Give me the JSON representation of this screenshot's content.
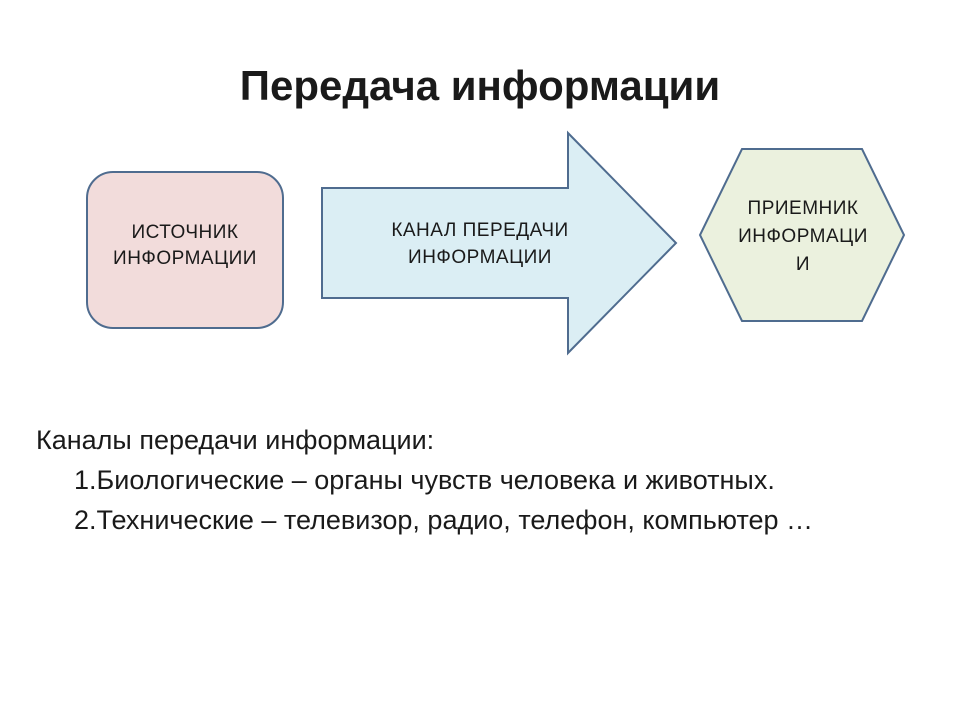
{
  "title": "Передача информации",
  "diagram": {
    "source": {
      "line1": "ИСТОЧНИК",
      "line2": "ИНФОРМАЦИИ",
      "fill": "#f2dcdb",
      "stroke": "#4f6c8f"
    },
    "channel": {
      "line1": "КАНАЛ ПЕРЕДАЧИ",
      "line2": "ИНФОРМАЦИИ",
      "fill": "#dbeef4",
      "stroke": "#4f6c8f"
    },
    "receiver": {
      "line1": "ПРИЕМНИК",
      "line2": "ИНФОРМАЦИ",
      "line3": "И",
      "fill": "#ebf1de",
      "stroke": "#4f6c8f"
    }
  },
  "body": {
    "heading": "Каналы передачи информации:",
    "items": [
      {
        "num": "1.",
        "text": "Биологические – органы чувств человека и животных."
      },
      {
        "num": "2.",
        "text": "Технические – телевизор, радио, телефон, компьютер …"
      }
    ]
  }
}
